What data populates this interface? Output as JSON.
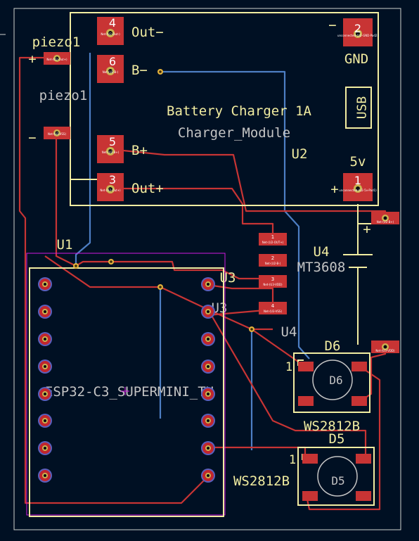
{
  "board": {
    "module": {
      "title": "Battery Charger 1A",
      "footprint": "Charger_Module",
      "ref": "U2",
      "usb_label": "USB",
      "pins": [
        {
          "num": "4",
          "label": "Out−",
          "net": "Net-(U2-Out-)"
        },
        {
          "num": "6",
          "label": "B−",
          "net": "Net-(U2-B-)"
        },
        {
          "num": "5",
          "label": "B+",
          "net": "Net-(U2-B+)"
        },
        {
          "num": "3",
          "label": "Out+",
          "net": "Net-(U2-Out+)"
        },
        {
          "num": "2",
          "label": "GND",
          "sign": "−",
          "net": "unconnected-(U2-GND-Pad2)"
        },
        {
          "num": "1",
          "label": "5v",
          "sign": "+",
          "net": "unconnected-(U2-5v-Pad1)"
        }
      ]
    },
    "piezo": {
      "ref": "piezo1",
      "value": "piezo1",
      "plus": "+",
      "minus": "−",
      "net_plus": "Net-(U2-Out+)",
      "net_minus": "Net-(U3-VSS)"
    },
    "boost": {
      "ref": "U4",
      "value": "MT3608",
      "ref_alt": "U4",
      "plus": "+",
      "net_top": "Net-(U2-B+)",
      "net_bottom": "Net-(U3-VDD)"
    },
    "mcu": {
      "ref": "U1",
      "value": "ESP32-C3_SUPERMINI_TH"
    },
    "connector": {
      "ref": "U3",
      "ref_alt": "U3",
      "pins": [
        {
          "num": "1",
          "net": "Net-(U2-OUT+)"
        },
        {
          "num": "2",
          "net": "Net-(U2-B-)"
        },
        {
          "num": "3",
          "net": "Net-(U3-VDD)"
        },
        {
          "num": "4",
          "net": "Net-(U3-VSS)"
        }
      ]
    },
    "leds": [
      {
        "ref": "D6",
        "value": "WS2812B",
        "pin1": "1"
      },
      {
        "ref": "D5",
        "value": "WS2812B",
        "pin1": "1"
      }
    ],
    "colors": {
      "background": "#001023",
      "silkscreen": "#f2eda1",
      "front_copper": "#c83434",
      "back_copper": "#4d7fc4",
      "courtyard": "#d21ae0",
      "edge_cuts": "#d0d2cd"
    }
  }
}
